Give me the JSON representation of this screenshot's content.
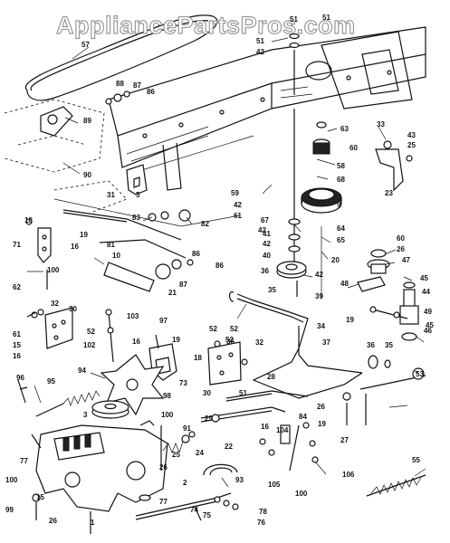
{
  "watermark": "AppliancePartsPros.com",
  "callouts": [
    {
      "id": "c57",
      "text": "57"
    },
    {
      "id": "c51a",
      "text": "51"
    },
    {
      "id": "c51b",
      "text": "51"
    },
    {
      "id": "c51c",
      "text": "51"
    },
    {
      "id": "c42a",
      "text": "42"
    },
    {
      "id": "c88",
      "text": "88"
    },
    {
      "id": "c87a",
      "text": "87"
    },
    {
      "id": "c86a",
      "text": "86"
    },
    {
      "id": "c89",
      "text": "89"
    },
    {
      "id": "c90",
      "text": "90"
    },
    {
      "id": "c63",
      "text": "63"
    },
    {
      "id": "c33",
      "text": "33"
    },
    {
      "id": "c43",
      "text": "43"
    },
    {
      "id": "c60a",
      "text": "60"
    },
    {
      "id": "c25",
      "text": "25"
    },
    {
      "id": "c58",
      "text": "58"
    },
    {
      "id": "c68",
      "text": "68"
    },
    {
      "id": "c23",
      "text": "23"
    },
    {
      "id": "c31",
      "text": "31"
    },
    {
      "id": "c5",
      "text": "5"
    },
    {
      "id": "c59",
      "text": "59"
    },
    {
      "id": "c42b",
      "text": "42"
    },
    {
      "id": "c61a",
      "text": "61"
    },
    {
      "id": "c9",
      "text": "9"
    },
    {
      "id": "c18",
      "text": "18"
    },
    {
      "id": "c83",
      "text": "83"
    },
    {
      "id": "c82",
      "text": "82"
    },
    {
      "id": "c67",
      "text": "67"
    },
    {
      "id": "c42c",
      "text": "42"
    },
    {
      "id": "c64",
      "text": "64"
    },
    {
      "id": "c65",
      "text": "65"
    },
    {
      "id": "c19a",
      "text": "19"
    },
    {
      "id": "c71",
      "text": "71"
    },
    {
      "id": "c16a",
      "text": "16"
    },
    {
      "id": "c81",
      "text": "81"
    },
    {
      "id": "c41",
      "text": "41"
    },
    {
      "id": "c42d",
      "text": "42"
    },
    {
      "id": "c40",
      "text": "40"
    },
    {
      "id": "c20",
      "text": "20"
    },
    {
      "id": "c60b",
      "text": "60"
    },
    {
      "id": "c26a",
      "text": "26"
    },
    {
      "id": "c47",
      "text": "47"
    },
    {
      "id": "c100a",
      "text": "100"
    },
    {
      "id": "c86b",
      "text": "86"
    },
    {
      "id": "c86c",
      "text": "86"
    },
    {
      "id": "c10",
      "text": "10"
    },
    {
      "id": "c36a",
      "text": "36"
    },
    {
      "id": "c42e",
      "text": "42"
    },
    {
      "id": "c45a",
      "text": "45"
    },
    {
      "id": "c62",
      "text": "62"
    },
    {
      "id": "c87b",
      "text": "87"
    },
    {
      "id": "c21",
      "text": "21"
    },
    {
      "id": "c48",
      "text": "48"
    },
    {
      "id": "c44",
      "text": "44"
    },
    {
      "id": "c39",
      "text": "39"
    },
    {
      "id": "c32a",
      "text": "32"
    },
    {
      "id": "c30a",
      "text": "30"
    },
    {
      "id": "c35a",
      "text": "35"
    },
    {
      "id": "c46",
      "text": "46"
    },
    {
      "id": "c61b",
      "text": "61"
    },
    {
      "id": "c52a",
      "text": "52"
    },
    {
      "id": "c15",
      "text": "15"
    },
    {
      "id": "c16b",
      "text": "16"
    },
    {
      "id": "c103",
      "text": "103"
    },
    {
      "id": "c97",
      "text": "97"
    },
    {
      "id": "c52b",
      "text": "52"
    },
    {
      "id": "c36b",
      "text": "36"
    },
    {
      "id": "c19b",
      "text": "19"
    },
    {
      "id": "c49",
      "text": "49"
    },
    {
      "id": "c45b",
      "text": "45"
    },
    {
      "id": "c102",
      "text": "102"
    },
    {
      "id": "c16c",
      "text": "16"
    },
    {
      "id": "c52c",
      "text": "52"
    },
    {
      "id": "c19c",
      "text": "19"
    },
    {
      "id": "c52d",
      "text": "52"
    },
    {
      "id": "c32b",
      "text": "32"
    },
    {
      "id": "c37",
      "text": "37"
    },
    {
      "id": "c34",
      "text": "34"
    },
    {
      "id": "c94",
      "text": "94"
    },
    {
      "id": "c36c",
      "text": "36"
    },
    {
      "id": "c35b",
      "text": "35"
    },
    {
      "id": "c96",
      "text": "96"
    },
    {
      "id": "c95",
      "text": "95"
    },
    {
      "id": "c18b",
      "text": "18"
    },
    {
      "id": "c73",
      "text": "73"
    },
    {
      "id": "c30b",
      "text": "30"
    },
    {
      "id": "c51d",
      "text": "51"
    },
    {
      "id": "c28",
      "text": "28"
    },
    {
      "id": "c53",
      "text": "53"
    },
    {
      "id": "c98",
      "text": "98"
    },
    {
      "id": "c26b",
      "text": "26"
    },
    {
      "id": "c3",
      "text": "3"
    },
    {
      "id": "c100b",
      "text": "100"
    },
    {
      "id": "c29",
      "text": "29"
    },
    {
      "id": "c91",
      "text": "91"
    },
    {
      "id": "c16d",
      "text": "16"
    },
    {
      "id": "c104",
      "text": "104"
    },
    {
      "id": "c84",
      "text": "84"
    },
    {
      "id": "c19d",
      "text": "19"
    },
    {
      "id": "c22",
      "text": "22"
    },
    {
      "id": "c24",
      "text": "24"
    },
    {
      "id": "c27",
      "text": "27"
    },
    {
      "id": "c77a",
      "text": "77"
    },
    {
      "id": "c25b",
      "text": "25"
    },
    {
      "id": "c26c",
      "text": "26"
    },
    {
      "id": "c2",
      "text": "2"
    },
    {
      "id": "c55",
      "text": "55"
    },
    {
      "id": "c106",
      "text": "106"
    },
    {
      "id": "c93",
      "text": "93"
    },
    {
      "id": "c105",
      "text": "105"
    },
    {
      "id": "c100c",
      "text": "100"
    },
    {
      "id": "c100d",
      "text": "100"
    },
    {
      "id": "c77b",
      "text": "77"
    },
    {
      "id": "c74",
      "text": "74"
    },
    {
      "id": "c75",
      "text": "75"
    },
    {
      "id": "c78",
      "text": "78"
    },
    {
      "id": "c76",
      "text": "76"
    },
    {
      "id": "c15b",
      "text": "15"
    },
    {
      "id": "c99",
      "text": "99"
    },
    {
      "id": "c26d",
      "text": "26"
    },
    {
      "id": "c1",
      "text": "1"
    }
  ]
}
